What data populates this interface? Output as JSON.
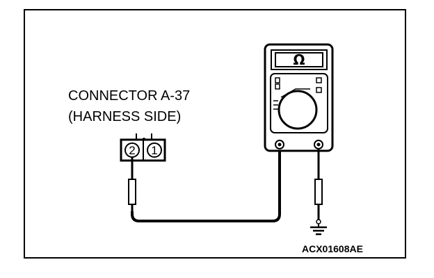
{
  "connector": {
    "name_line": "CONNECTOR A-37",
    "side_line": "(HARNESS SIDE)",
    "pins": [
      "2",
      "1"
    ]
  },
  "meter": {
    "mode_symbol": "Ω"
  },
  "figure_id": "ACX01608AE"
}
